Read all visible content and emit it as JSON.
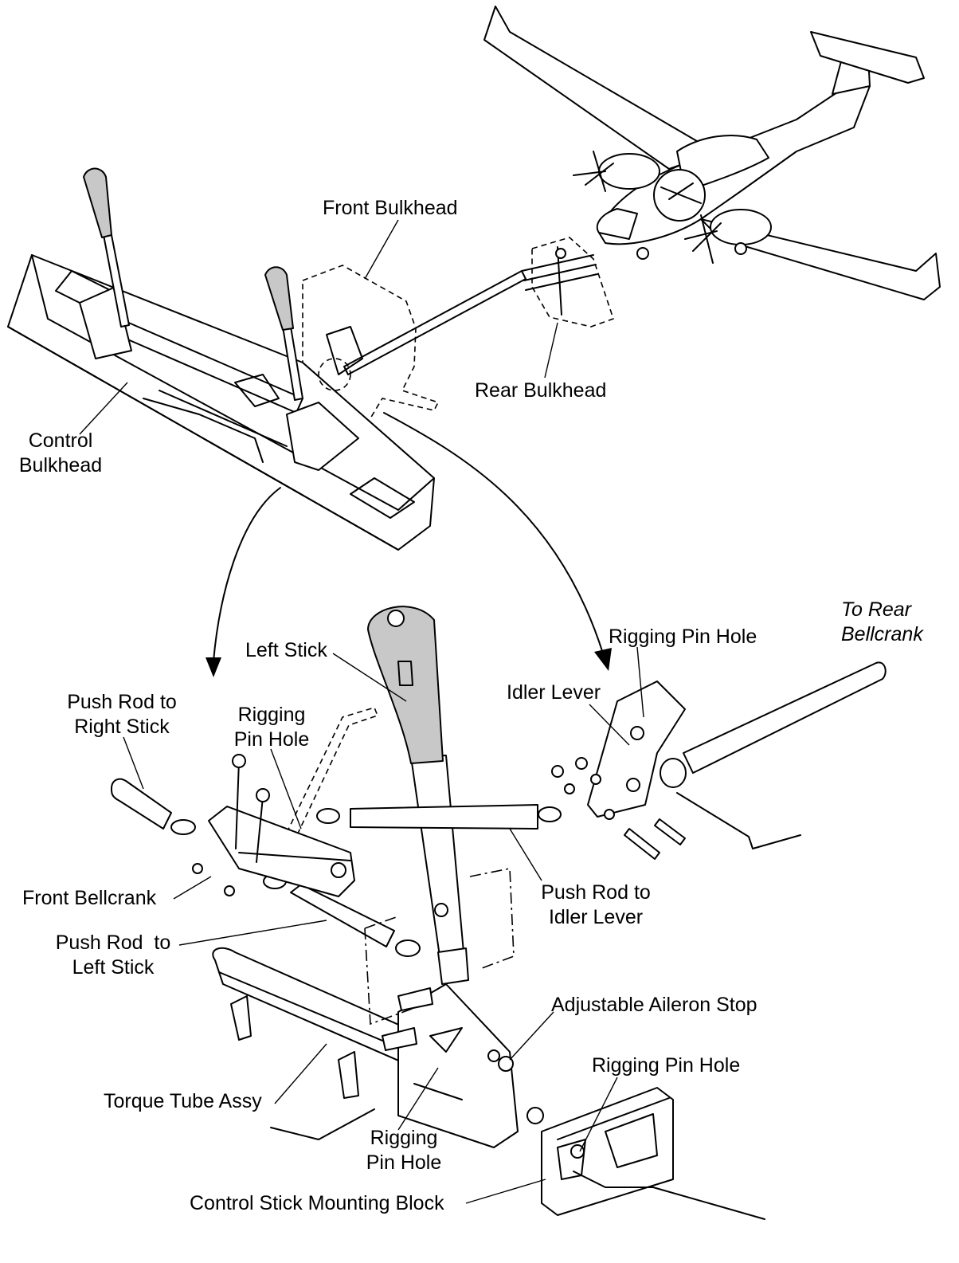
{
  "labels": {
    "front_bulkhead": "Front Bulkhead",
    "rear_bulkhead": "Rear Bulkhead",
    "control_bulkhead": "Control\nBulkhead",
    "left_stick": "Left Stick",
    "rigging_pin_hole_top": "Rigging Pin Hole",
    "to_rear_bellcrank": "To Rear\nBellcrank",
    "idler_lever": "Idler Lever",
    "push_rod_right_stick": "Push Rod to\nRight Stick",
    "rigging_pin_hole_bellcrank": "Rigging\nPin Hole",
    "front_bellcrank": "Front Bellcrank",
    "push_rod_idler_lever": "Push Rod to\nIdler Lever",
    "push_rod_left_stick": "Push Rod  to\nLeft Stick",
    "adjustable_aileron_stop": "Adjustable Aileron Stop",
    "rigging_pin_hole_block": "Rigging Pin Hole",
    "torque_tube_assy": "Torque Tube Assy",
    "rigging_pin_hole_bottom": "Rigging\nPin Hole",
    "control_stick_mounting_block": "Control Stick Mounting Block"
  }
}
